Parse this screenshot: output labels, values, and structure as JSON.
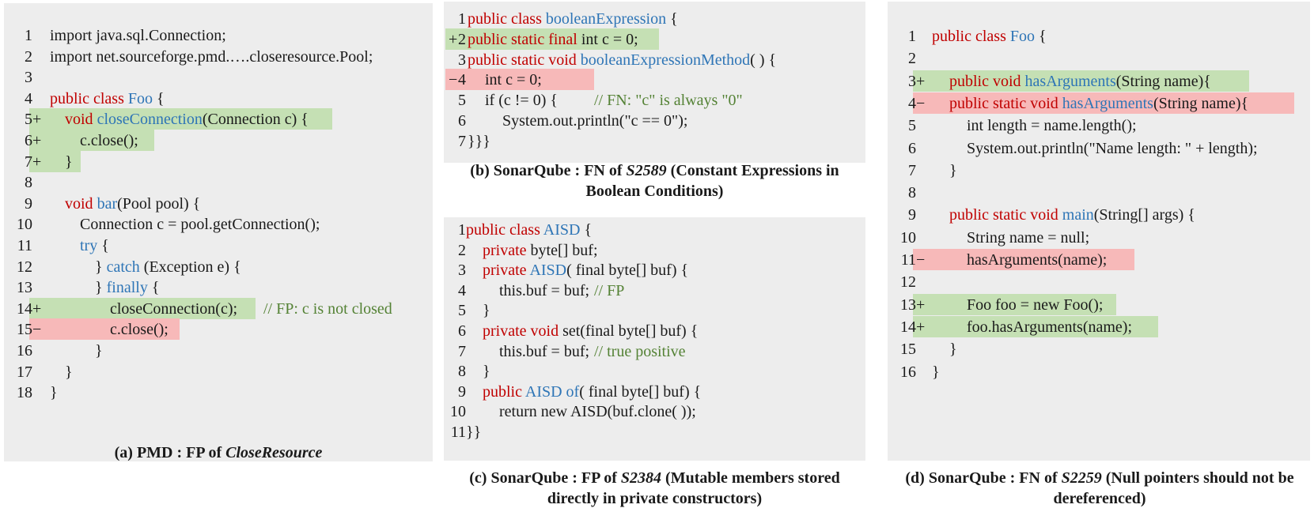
{
  "panels": [
    {
      "id": "a",
      "lines": [
        {
          "n": "1",
          "m": "",
          "ind": 0,
          "tokens": [
            [
              "n",
              "import java.sql.Connection;"
            ]
          ]
        },
        {
          "n": "2",
          "m": "",
          "ind": 0,
          "tokens": [
            [
              "n",
              "import net.sourceforge.pmd.….closeresource.Pool;"
            ]
          ]
        },
        {
          "n": "3",
          "m": "",
          "ind": 0,
          "tokens": []
        },
        {
          "n": "4",
          "m": "",
          "ind": 0,
          "tokens": [
            [
              "k",
              "public class "
            ],
            [
              "b",
              "Foo"
            ],
            [
              "n",
              " {"
            ]
          ]
        },
        {
          "n": "5",
          "m": "+",
          "ind": 1,
          "hl": "add",
          "hlw": 383,
          "tokens": [
            [
              "k",
              "void "
            ],
            [
              "b",
              "closeConnection"
            ],
            [
              "n",
              "(Connection c) {"
            ]
          ]
        },
        {
          "n": "6",
          "m": "+",
          "ind": 2,
          "hl": "add",
          "hlw": 158,
          "tokens": [
            [
              "n",
              "c.close();"
            ]
          ]
        },
        {
          "n": "7",
          "m": "+",
          "ind": 1,
          "hl": "add",
          "hlw": 65,
          "tokens": [
            [
              "n",
              "}"
            ]
          ]
        },
        {
          "n": "8",
          "m": "",
          "ind": 0,
          "tokens": []
        },
        {
          "n": "9",
          "m": "",
          "ind": 1,
          "tokens": [
            [
              "k",
              "void "
            ],
            [
              "b",
              "bar"
            ],
            [
              "n",
              "(Pool pool) {"
            ]
          ]
        },
        {
          "n": "10",
          "m": "",
          "ind": 2,
          "tokens": [
            [
              "n",
              "Connection c = pool.getConnection();"
            ]
          ]
        },
        {
          "n": "11",
          "m": "",
          "ind": 2,
          "tokens": [
            [
              "b",
              "try"
            ],
            [
              "n",
              " {"
            ]
          ]
        },
        {
          "n": "12",
          "m": "",
          "ind": 3,
          "tokens": [
            [
              "n",
              "} "
            ],
            [
              "b",
              "catch"
            ],
            [
              "n",
              " (Exception e) {"
            ]
          ]
        },
        {
          "n": "13",
          "m": "",
          "ind": 3,
          "tokens": [
            [
              "n",
              "} "
            ],
            [
              "b",
              "finally"
            ],
            [
              "n",
              " {"
            ]
          ]
        },
        {
          "n": "14",
          "m": "+",
          "ind": 4,
          "hl": "add",
          "hlw": 286,
          "tokens": [
            [
              "n",
              "closeConnection(c);"
            ]
          ],
          "comment": "// FP: c is not closed"
        },
        {
          "n": "15",
          "m": "−",
          "ind": 4,
          "hl": "del",
          "hlw": 190,
          "tokens": [
            [
              "n",
              "c.close();"
            ]
          ]
        },
        {
          "n": "16",
          "m": "",
          "ind": 3,
          "tokens": [
            [
              "n",
              "}"
            ]
          ]
        },
        {
          "n": "17",
          "m": "",
          "ind": 1,
          "tokens": [
            [
              "n",
              "}"
            ]
          ]
        },
        {
          "n": "18",
          "m": "",
          "ind": 0,
          "tokens": [
            [
              "n",
              "}"
            ]
          ]
        }
      ]
    },
    {
      "id": "b",
      "lines": [
        {
          "n": "1",
          "m": "",
          "ind": 0,
          "tokens": [
            [
              "k",
              "public class "
            ],
            [
              "b",
              "booleanExpression"
            ],
            [
              "n",
              " {"
            ]
          ]
        },
        {
          "n": "2",
          "m": "+",
          "ind": 0,
          "hl": "add",
          "hlw": 270,
          "tokens": [
            [
              "k",
              "public static final "
            ],
            [
              "n",
              "int c = 0;"
            ]
          ]
        },
        {
          "n": "3",
          "m": "",
          "ind": 0,
          "tokens": [
            [
              "k",
              "public static void "
            ],
            [
              "b",
              "booleanExpressionMethod"
            ],
            [
              "n",
              "( ) {"
            ]
          ]
        },
        {
          "n": "4",
          "m": "−",
          "ind": 1,
          "hl": "del",
          "hlw": 188,
          "tokens": [
            [
              "n",
              "int c = 0;"
            ]
          ]
        },
        {
          "n": "5",
          "m": "",
          "ind": 1,
          "tokens": [
            [
              "n",
              "if (c != 0) {"
            ]
          ],
          "comment": "// FN: \"c\" is always \"0\""
        },
        {
          "n": "6",
          "m": "",
          "ind": 2,
          "tokens": [
            [
              "n",
              "System.out.println(\"c == 0\");"
            ]
          ]
        },
        {
          "n": "7",
          "m": "",
          "ind": 0,
          "tokens": [
            [
              "n",
              "}}}"
            ]
          ]
        }
      ]
    },
    {
      "id": "c",
      "lines": [
        {
          "n": "1",
          "m": "",
          "ind": 0,
          "tokens": [
            [
              "k",
              "public class "
            ],
            [
              "b",
              "AISD"
            ],
            [
              "n",
              " {"
            ]
          ]
        },
        {
          "n": "2",
          "m": "",
          "ind": 1,
          "tokens": [
            [
              "k",
              "private "
            ],
            [
              "n",
              "byte[] buf;"
            ]
          ]
        },
        {
          "n": "3",
          "m": "",
          "ind": 1,
          "tokens": [
            [
              "k",
              "private "
            ],
            [
              "b",
              "AISD"
            ],
            [
              "n",
              "( final byte[] buf) {"
            ]
          ]
        },
        {
          "n": "4",
          "m": "",
          "ind": 2,
          "tokens": [
            [
              "n",
              "this.buf = buf;"
            ]
          ],
          "comment": "// FP"
        },
        {
          "n": "5",
          "m": "",
          "ind": 1,
          "tokens": [
            [
              "n",
              "}"
            ]
          ]
        },
        {
          "n": "6",
          "m": "",
          "ind": 1,
          "tokens": [
            [
              "k",
              "private void "
            ],
            [
              "n",
              "set(final byte[] buf) {"
            ]
          ]
        },
        {
          "n": "7",
          "m": "",
          "ind": 2,
          "tokens": [
            [
              "n",
              "this.buf = buf;"
            ]
          ],
          "comment": "// true positive"
        },
        {
          "n": "8",
          "m": "",
          "ind": 1,
          "tokens": [
            [
              "n",
              "}"
            ]
          ]
        },
        {
          "n": "9",
          "m": "",
          "ind": 1,
          "tokens": [
            [
              "k",
              "public "
            ],
            [
              "b",
              "AISD of"
            ],
            [
              "n",
              "( final byte[] buf) {"
            ]
          ]
        },
        {
          "n": "10",
          "m": "",
          "ind": 2,
          "tokens": [
            [
              "n",
              "return new AISD(buf.clone( ));"
            ]
          ]
        },
        {
          "n": "11",
          "m": "",
          "ind": 0,
          "tokens": [
            [
              "n",
              "}}"
            ]
          ]
        }
      ]
    },
    {
      "id": "d",
      "lines": [
        {
          "n": "1",
          "m": "",
          "ind": 0,
          "tokens": [
            [
              "k",
              "public class "
            ],
            [
              "b",
              "Foo"
            ],
            [
              "n",
              " {"
            ]
          ]
        },
        {
          "n": "2",
          "m": "",
          "ind": 0,
          "tokens": []
        },
        {
          "n": "3",
          "m": "+",
          "ind": 1,
          "hl": "add",
          "hlw": 425,
          "tokens": [
            [
              "k",
              "public void "
            ],
            [
              "b",
              "hasArguments"
            ],
            [
              "n",
              "(String name){"
            ]
          ]
        },
        {
          "n": "4",
          "m": "−",
          "ind": 1,
          "hl": "del",
          "hlw": 482,
          "tokens": [
            [
              "k",
              "public static void "
            ],
            [
              "b",
              "hasArguments"
            ],
            [
              "n",
              "(String name){"
            ]
          ]
        },
        {
          "n": "5",
          "m": "",
          "ind": 2,
          "tokens": [
            [
              "n",
              "int length = name.length();"
            ]
          ]
        },
        {
          "n": "6",
          "m": "",
          "ind": 2,
          "tokens": [
            [
              "n",
              "System.out.println(\"Name length: \" + length);"
            ]
          ]
        },
        {
          "n": "7",
          "m": "",
          "ind": 1,
          "tokens": [
            [
              "n",
              "}"
            ]
          ]
        },
        {
          "n": "8",
          "m": "",
          "ind": 0,
          "tokens": []
        },
        {
          "n": "9",
          "m": "",
          "ind": 1,
          "tokens": [
            [
              "k",
              "public static void "
            ],
            [
              "b",
              "main"
            ],
            [
              "n",
              "(String[] args) {"
            ]
          ]
        },
        {
          "n": "10",
          "m": "",
          "ind": 2,
          "tokens": [
            [
              "n",
              "String name = null;"
            ]
          ]
        },
        {
          "n": "11",
          "m": "−",
          "ind": 2,
          "hl": "del",
          "hlw": 280,
          "tokens": [
            [
              "n",
              "hasArguments(name);"
            ]
          ]
        },
        {
          "n": "12",
          "m": "",
          "ind": 0,
          "tokens": []
        },
        {
          "n": "13",
          "m": "+",
          "ind": 2,
          "hl": "add",
          "hlw": 257,
          "tokens": [
            [
              "n",
              "Foo foo = new Foo();"
            ]
          ]
        },
        {
          "n": "14",
          "m": "+",
          "ind": 2,
          "hl": "add",
          "hlw": 310,
          "tokens": [
            [
              "n",
              "foo.hasArguments(name);"
            ]
          ]
        },
        {
          "n": "15",
          "m": "",
          "ind": 1,
          "tokens": [
            [
              "n",
              "}"
            ]
          ]
        },
        {
          "n": "16",
          "m": "",
          "ind": 0,
          "tokens": [
            [
              "n",
              "}"
            ]
          ]
        }
      ]
    }
  ],
  "captions": {
    "a": {
      "prefix": "(a)  PMD : FP of ",
      "rule": "CloseResource",
      "suffix": ""
    },
    "b": {
      "prefix": "(b) SonarQube : FN of ",
      "rule": "S2589",
      "suffix": " (Constant Expressions in Boolean Conditions)"
    },
    "c": {
      "prefix": "(c) SonarQube  : FP of ",
      "rule": "S2384",
      "suffix": " (Mutable members stored directly in private constructors)"
    },
    "d": {
      "prefix": "(d) SonarQube : FN of ",
      "rule": "S2259",
      "suffix": " (Null pointers should not be dereferenced)"
    }
  },
  "colors": {
    "keyword": "#c00000",
    "identifier": "#2e75b6",
    "comment": "#548235",
    "added": "#c5e0b4",
    "removed": "#f7b9b9",
    "panel": "#ededed"
  }
}
